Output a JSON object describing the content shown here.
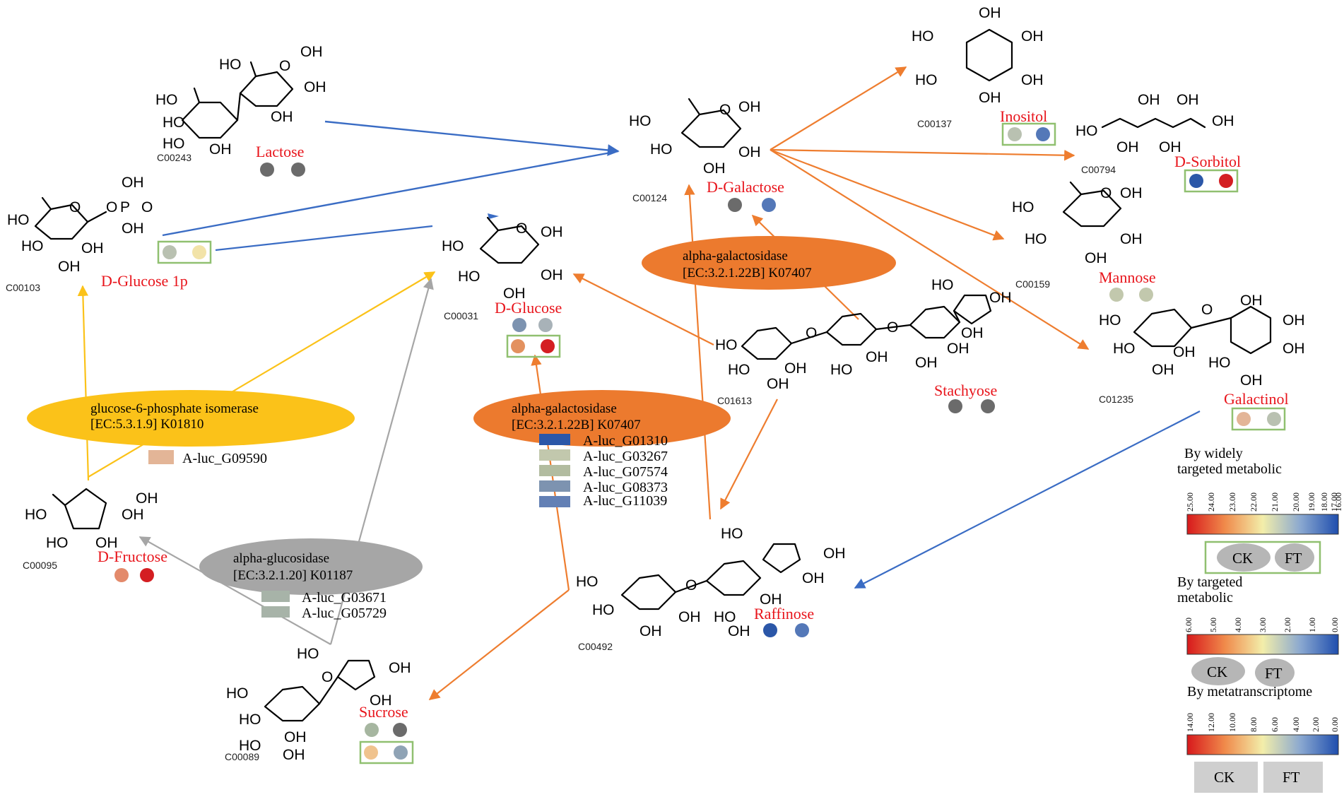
{
  "compounds": {
    "lactose": {
      "id": "C00243",
      "name": "Lactose"
    },
    "glucose1p": {
      "id": "C00103",
      "name": "D-Glucose 1p"
    },
    "galactose": {
      "id": "C00124",
      "name": "D-Galactose"
    },
    "glucose": {
      "id": "C00031",
      "name": "D-Glucose"
    },
    "inositol": {
      "id": "C00137",
      "name": "Inositol"
    },
    "sorbitol": {
      "id": "C00794",
      "name": "D-Sorbitol"
    },
    "mannose": {
      "id": "C00159",
      "name": "Mannose"
    },
    "galactinol": {
      "id": "C01235",
      "name": "Galactinol"
    },
    "stachyose": {
      "id": "C01613",
      "name": "Stachyose"
    },
    "fructose": {
      "id": "C00095",
      "name": "D-Fructose"
    },
    "raffinose": {
      "id": "C00492",
      "name": "Raffinose"
    },
    "sucrose": {
      "id": "C00089",
      "name": "Sucrose"
    }
  },
  "atoms": {
    "OH": "OH",
    "HO": "HO",
    "O": "O",
    "P": "P"
  },
  "enzymes": {
    "gpi": {
      "name": "glucose-6-phosphate isomerase",
      "ec": "[EC:5.3.1.9] K01810",
      "color": "#fbc219"
    },
    "agal_top": {
      "name": "alpha-galactosidase",
      "ec": "[EC:3.2.1.22B] K07407",
      "color": "#ec7a2e"
    },
    "agal_mid": {
      "name": "alpha-galactosidase",
      "ec": "[EC:3.2.1.22B] K07407",
      "color": "#ec7a2e"
    },
    "aglu": {
      "name": "alpha-glucosidase",
      "ec": "[EC:3.2.1.20] K01187",
      "color": "#a6a6a6"
    }
  },
  "genes": {
    "gpi": [
      {
        "id": "A-luc_G09590",
        "color": "#e3b597"
      }
    ],
    "agal": [
      {
        "id": "A-luc_G01310",
        "color": "#2b57a8"
      },
      {
        "id": "A-luc_G03267",
        "color": "#c2c8ad"
      },
      {
        "id": "A-luc_G07574",
        "color": "#b2bca0"
      },
      {
        "id": "A-luc_G08373",
        "color": "#7d93b0"
      },
      {
        "id": "A-luc_G11039",
        "color": "#6380b5"
      }
    ],
    "aglu": [
      {
        "id": "A-luc_G03671",
        "color": "#a7b3a8"
      },
      {
        "id": "A-luc_G05729",
        "color": "#a7b3a8"
      }
    ]
  },
  "legend": {
    "widely_title": "By widely targeted metabolic",
    "widely_ticks": [
      "25.00",
      "24.00",
      "23.00",
      "22.00",
      "21.00",
      "20.00",
      "19.00",
      "18.00",
      "17.00",
      "16.00"
    ],
    "targeted_title": "By targeted metabolic",
    "targeted_ticks": [
      "6.00",
      "5.00",
      "4.00",
      "3.00",
      "2.00",
      "1.00",
      "0.00"
    ],
    "meta_title": "By metatranscriptome",
    "meta_ticks": [
      "14.00",
      "12.00",
      "10.00",
      "8.00",
      "6.00",
      "4.00",
      "2.00",
      "0.00"
    ],
    "ck": "CK",
    "ft": "FT"
  },
  "colors": {
    "arrow_blue": "#3a6cc4",
    "arrow_orange": "#ee7d2f",
    "arrow_yellow": "#fbc219",
    "arrow_gray": "#a6a6a6",
    "box_green": "#90c070",
    "compound_label": "#e8141b",
    "scale_red": "#d7191c",
    "scale_yellow": "#f3eeaa",
    "scale_blue": "#1f4eae"
  }
}
